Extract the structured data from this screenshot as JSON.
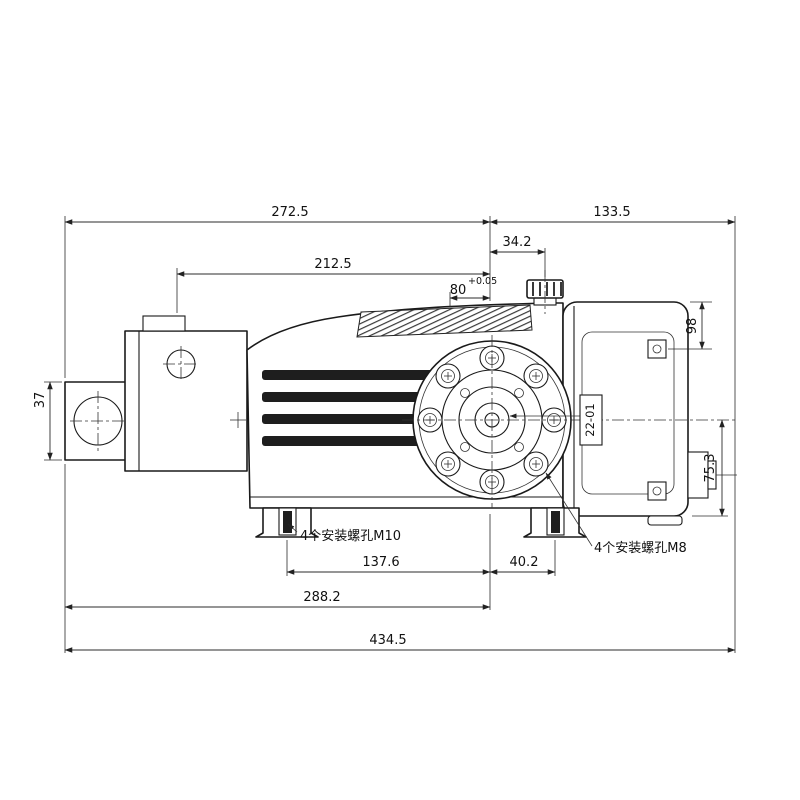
{
  "drawing": {
    "dims": {
      "top_left": "272.5",
      "top_right": "133.5",
      "cap_offset": "34.2",
      "motor_span": "212.5",
      "bore": "80",
      "bore_tol": "+0.05",
      "height_upper": "98",
      "plate_height": "37",
      "height_lower": "75.3",
      "shaft": "22-01",
      "foot_left": "137.6",
      "foot_right": "40.2",
      "base": "288.2",
      "overall": "434.5"
    },
    "labels": {
      "m10": "4个安装螺孔M10",
      "m8": "4个安装螺孔M8"
    }
  }
}
